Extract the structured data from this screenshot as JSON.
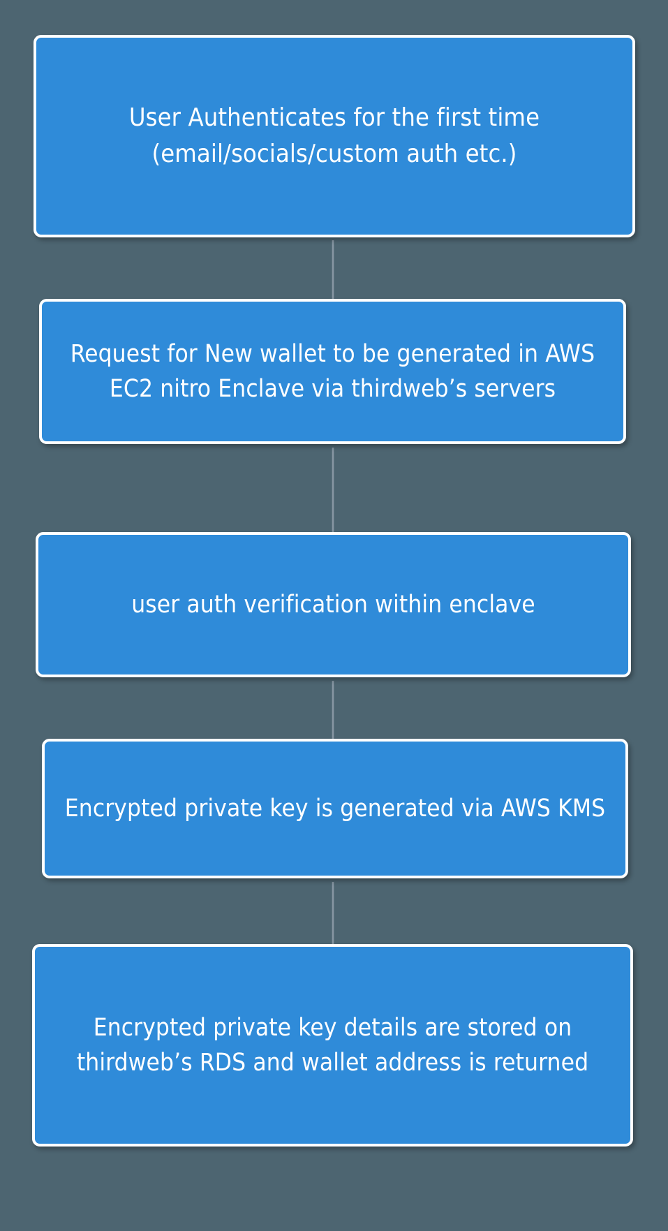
{
  "diagram": {
    "type": "flowchart",
    "orientation": "top-to-bottom",
    "title": "",
    "background_color": "#4d6571",
    "node_fill_color": "#2f8bd9",
    "node_border_color": "#ffffff",
    "node_text_color": "#ffffff",
    "edge_color": "#8796a3",
    "nodes": [
      {
        "id": "node-1",
        "label": "User Authenticates for the first time\n(email/socials/custom auth etc.)",
        "shape": "rounded-rectangle"
      },
      {
        "id": "node-2",
        "label": "Request for New wallet to be generated in AWS EC2 nitro Enclave via thirdweb’s servers",
        "shape": "rounded-rectangle"
      },
      {
        "id": "node-3",
        "label": "user auth verification within enclave",
        "shape": "rounded-rectangle"
      },
      {
        "id": "node-4",
        "label": "Encrypted private key is generated via AWS KMS",
        "shape": "rounded-rectangle"
      },
      {
        "id": "node-5",
        "label": "Encrypted private key details are stored on thirdweb’s RDS and wallet address is returned",
        "shape": "rounded-rectangle"
      }
    ],
    "edges": [
      {
        "id": "edge-1-2",
        "from": "node-1",
        "to": "node-2",
        "label": "",
        "arrow": "single"
      },
      {
        "id": "edge-2-3",
        "from": "node-2",
        "to": "node-3",
        "label": "",
        "arrow": "single"
      },
      {
        "id": "edge-3-4",
        "from": "node-3",
        "to": "node-4",
        "label": "",
        "arrow": "single"
      },
      {
        "id": "edge-4-5",
        "from": "node-4",
        "to": "node-5",
        "label": "",
        "arrow": "single"
      }
    ]
  }
}
